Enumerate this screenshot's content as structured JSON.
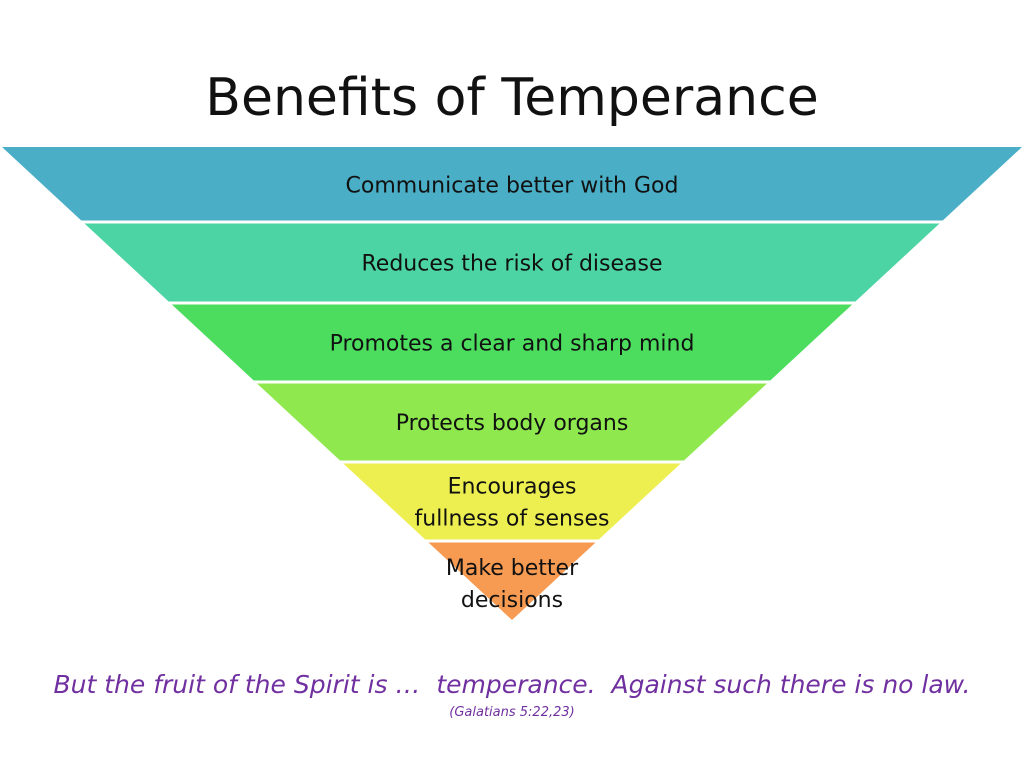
{
  "slide": {
    "title": "Benefits of Temperance",
    "quote": "But the fruit of the Spirit is …  temperance.  Against such there is no law.",
    "citation": "(Galatians 5:22,23)"
  },
  "pyramid": {
    "tiers": [
      {
        "lines": [
          "Communicate better with God"
        ],
        "color": "#4aaec6"
      },
      {
        "lines": [
          "Reduces the risk of disease"
        ],
        "color": "#4cd4a4"
      },
      {
        "lines": [
          "Promotes a clear and sharp mind"
        ],
        "color": "#4cdd5e"
      },
      {
        "lines": [
          "Protects body organs"
        ],
        "color": "#8ee84e"
      },
      {
        "lines": [
          "Encourages",
          "fullness of senses"
        ],
        "color": "#ecef4f"
      },
      {
        "lines": [
          "Make better",
          "decisions"
        ],
        "color": "#f79a52"
      }
    ]
  }
}
